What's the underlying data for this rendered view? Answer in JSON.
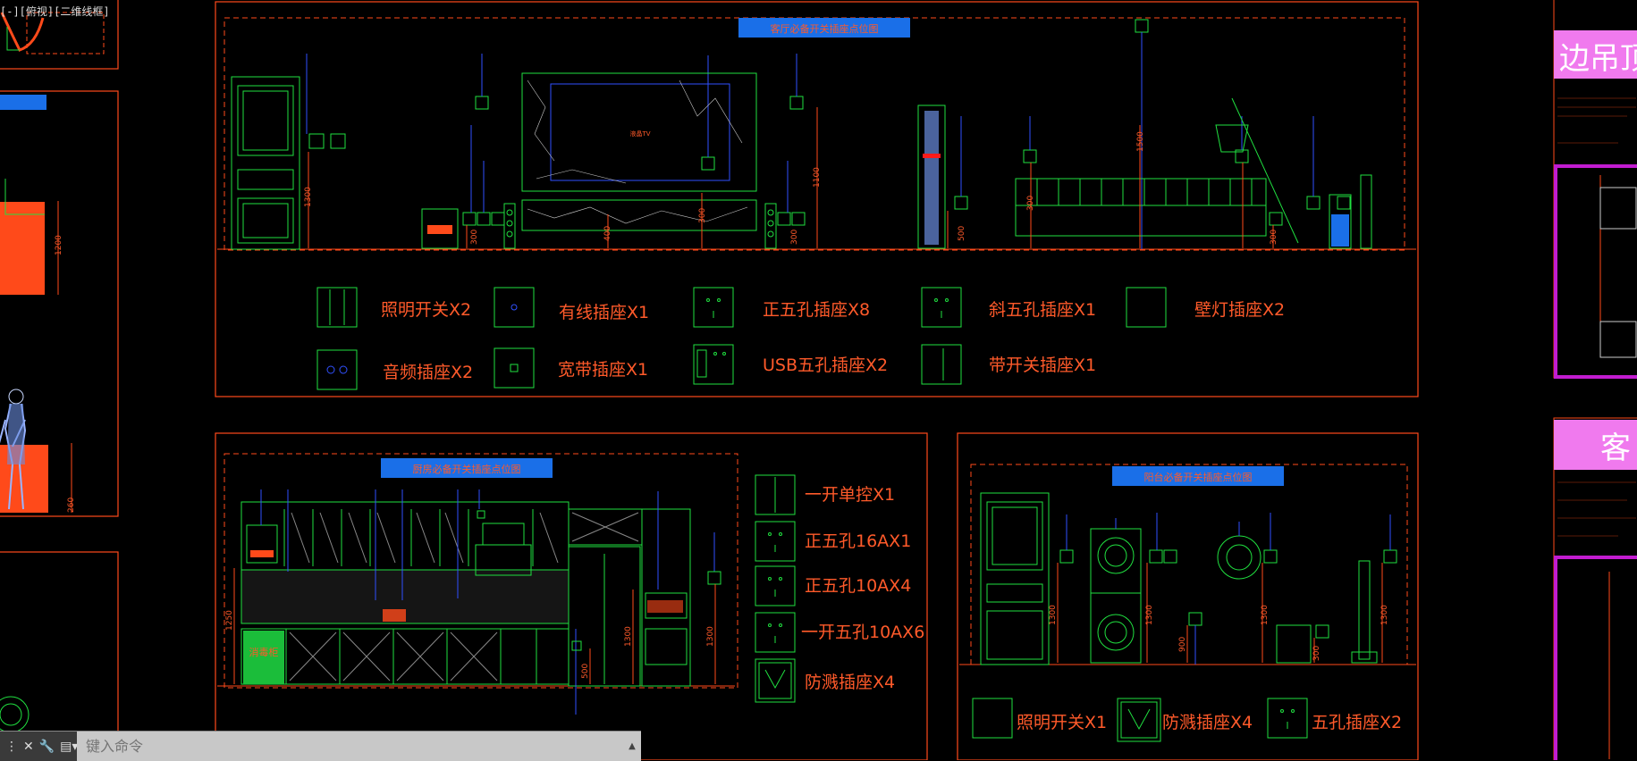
{
  "viewport_label": "[-][俯视][二维线框]",
  "command": {
    "placeholder": "键入命令"
  },
  "colors": {
    "frame": "#ff4a1a",
    "green": "#20e040",
    "blue_bar": "#1a6fe8",
    "magenta": "#c21cd0",
    "text": "#ff5a2a"
  },
  "living_room": {
    "title": "客厅必备开关插座点位图",
    "tv_label": "液晶TV",
    "legend": [
      {
        "label": "照明开关X2",
        "icon": "double-switch-icon"
      },
      {
        "label": "有线插座X1",
        "icon": "cable-socket-icon"
      },
      {
        "label": "正五孔插座X8",
        "icon": "five-hole-socket-icon"
      },
      {
        "label": "斜五孔插座X1",
        "icon": "slanted-socket-icon"
      },
      {
        "label": "壁灯插座X2",
        "icon": "wall-lamp-socket-icon"
      },
      {
        "label": "音频插座X2",
        "icon": "audio-socket-icon"
      },
      {
        "label": "宽带插座X1",
        "icon": "broadband-socket-icon"
      },
      {
        "label": "USB五孔插座X2",
        "icon": "usb-socket-icon"
      },
      {
        "label": "带开关插座X1",
        "icon": "switched-socket-icon"
      }
    ],
    "dims": [
      "1300",
      "300",
      "400",
      "300",
      "1100",
      "300",
      "500",
      "300",
      "1500",
      "300"
    ]
  },
  "kitchen": {
    "title": "厨房必备开关插座点位图",
    "disinfect_label": "消毒柜",
    "legend": [
      {
        "label": "一开单控X1",
        "icon": "single-switch-icon"
      },
      {
        "label": "正五孔16AX1",
        "icon": "socket-16a-icon"
      },
      {
        "label": "正五孔10AX4",
        "icon": "socket-10a-icon"
      },
      {
        "label": "一开五孔10AX6",
        "icon": "switch-socket-10a-icon"
      },
      {
        "label": "防溅插座X4",
        "icon": "splash-socket-icon"
      }
    ],
    "dims": [
      "1250",
      "500",
      "1300",
      "1300"
    ]
  },
  "balcony": {
    "title": "阳台必备开关插座点位图",
    "legend": [
      {
        "label": "照明开关X1",
        "icon": "light-switch-icon"
      },
      {
        "label": "防溅插座X4",
        "icon": "splash-socket-icon"
      },
      {
        "label": "五孔插座X2",
        "icon": "five-hole-socket-icon"
      }
    ],
    "dims": [
      "1300",
      "1300",
      "900",
      "1300",
      "300",
      "1300"
    ]
  },
  "right_panels": {
    "top_title": "边吊顶",
    "bottom_title": "客"
  },
  "left_panel": {
    "dim1": "1200",
    "dim2": "260"
  }
}
